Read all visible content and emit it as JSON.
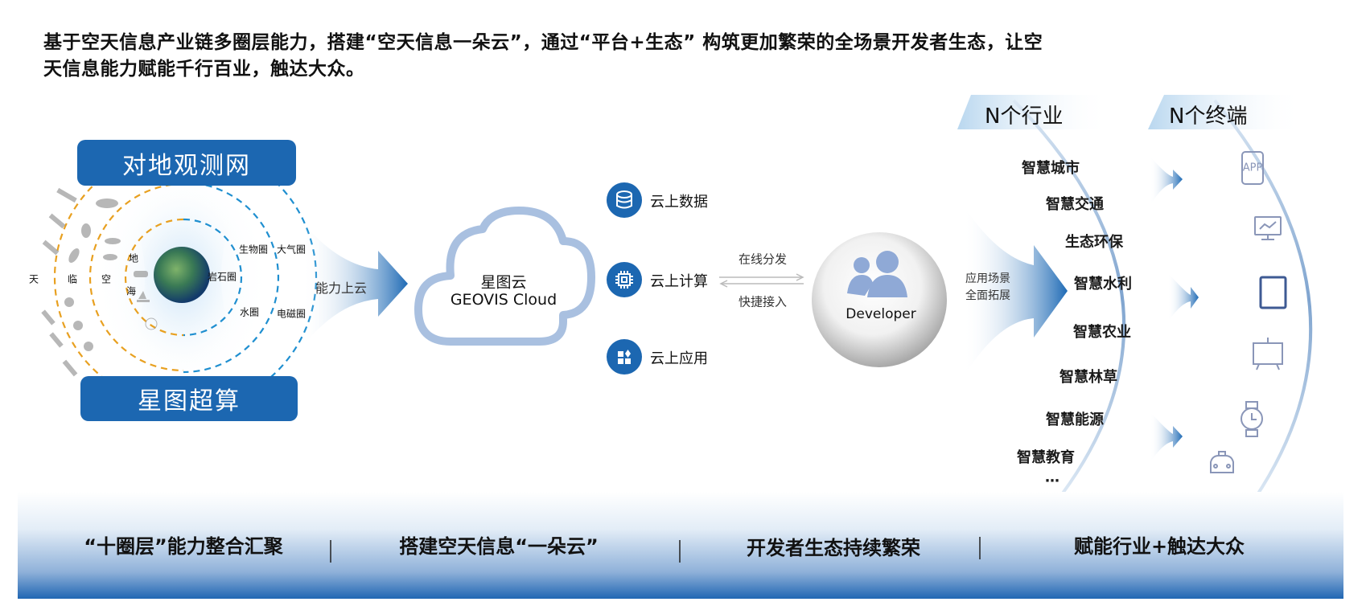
{
  "header": {
    "line1": "基于空天信息产业链多圈层能力，搭建“空天信息一朵云”，通过“平台+生态” 构筑更加繁荣的全场景开发者生态，让空",
    "line2": "天信息能力赋能千行百业，触达大众。"
  },
  "left": {
    "top_box": "对地观测网",
    "bottom_box": "星图超算",
    "layers_left": [
      "天",
      "临",
      "空",
      "地",
      "海"
    ],
    "spheres": [
      "生物圈",
      "大气圈",
      "岩石圈",
      "水圈",
      "电磁圈"
    ],
    "arrow_label": "能力上云"
  },
  "cloud": {
    "name_cn": "星图云",
    "name_en": "GEOVIS Cloud"
  },
  "services": [
    {
      "label": "云上数据",
      "icon": "database-icon"
    },
    {
      "label": "云上计算",
      "icon": "chip-icon"
    },
    {
      "label": "云上应用",
      "icon": "apps-icon"
    }
  ],
  "exchange": {
    "top": "在线分发",
    "bottom": "快捷接入"
  },
  "developer": {
    "label": "Developer"
  },
  "scenario": {
    "line1": "应用场景",
    "line2": "全面拓展"
  },
  "industries": {
    "title": "N个行业",
    "items": [
      "智慧城市",
      "智慧交通",
      "生态环保",
      "智慧水利",
      "智慧农业",
      "智慧林草",
      "智慧能源",
      "智慧教育",
      "…"
    ]
  },
  "terminals": {
    "title": "N个终端",
    "app_label": "APP",
    "icons": [
      "app-phone-icon",
      "monitor-icon",
      "tablet-icon",
      "presentation-board-icon",
      "watch-icon",
      "taxi-icon"
    ]
  },
  "footer": {
    "items": [
      "“十圈层”能力整合汇聚",
      "搭建空天信息“一朵云”",
      "开发者生态持续繁荣",
      "赋能行业+触达大众"
    ]
  },
  "colors": {
    "brand_blue": "#1c67b1",
    "orange_dash": "#e8a020",
    "blue_dash": "#1f8fd0",
    "light_blue": "#a9c0e0"
  }
}
